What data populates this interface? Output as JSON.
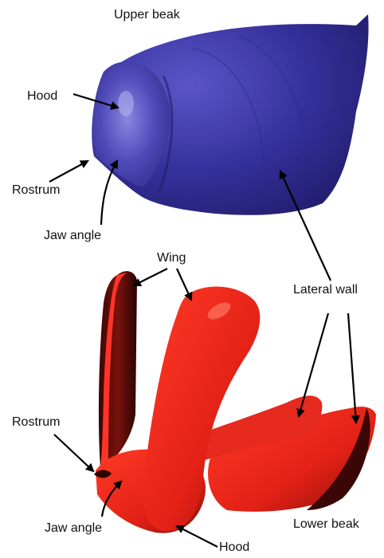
{
  "titles": {
    "upper": "Upper beak",
    "lower": "Lower beak"
  },
  "upper_labels": {
    "hood": "Hood",
    "rostrum": "Rostrum",
    "jaw_angle": "Jaw angle"
  },
  "lower_labels": {
    "wing": "Wing",
    "lateral_wall": "Lateral wall",
    "rostrum": "Rostrum",
    "jaw_angle": "Jaw angle",
    "hood": "Hood"
  },
  "colors": {
    "upper_beak": "#34309a",
    "lower_beak": "#e02018",
    "arrows": "#000000"
  }
}
